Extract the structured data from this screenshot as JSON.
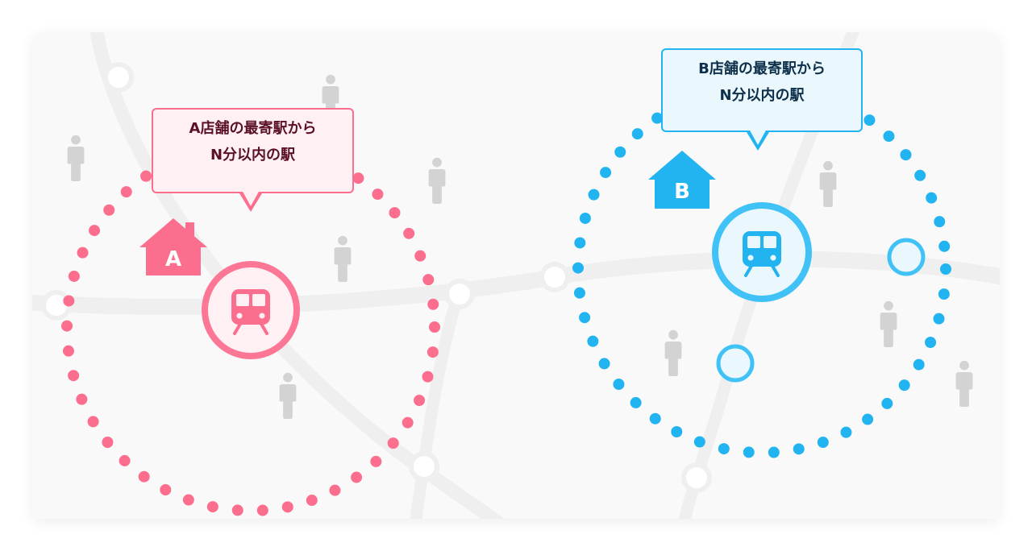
{
  "store_a": {
    "letter": "A",
    "callout": [
      "A店舗の最寄駅から",
      "N分以内の駅"
    ],
    "color": "#fb6e8d"
  },
  "store_b": {
    "letter": "B",
    "callout": [
      "B店舗の最寄駅から",
      "N分以内の駅"
    ],
    "color": "#22b4f0"
  },
  "colors": {
    "track": "#efefef",
    "person": "#d3d3d3",
    "card_background": "#f9f9f9"
  },
  "icons": [
    "train-icon",
    "house-icon",
    "person-icon",
    "station-node"
  ]
}
